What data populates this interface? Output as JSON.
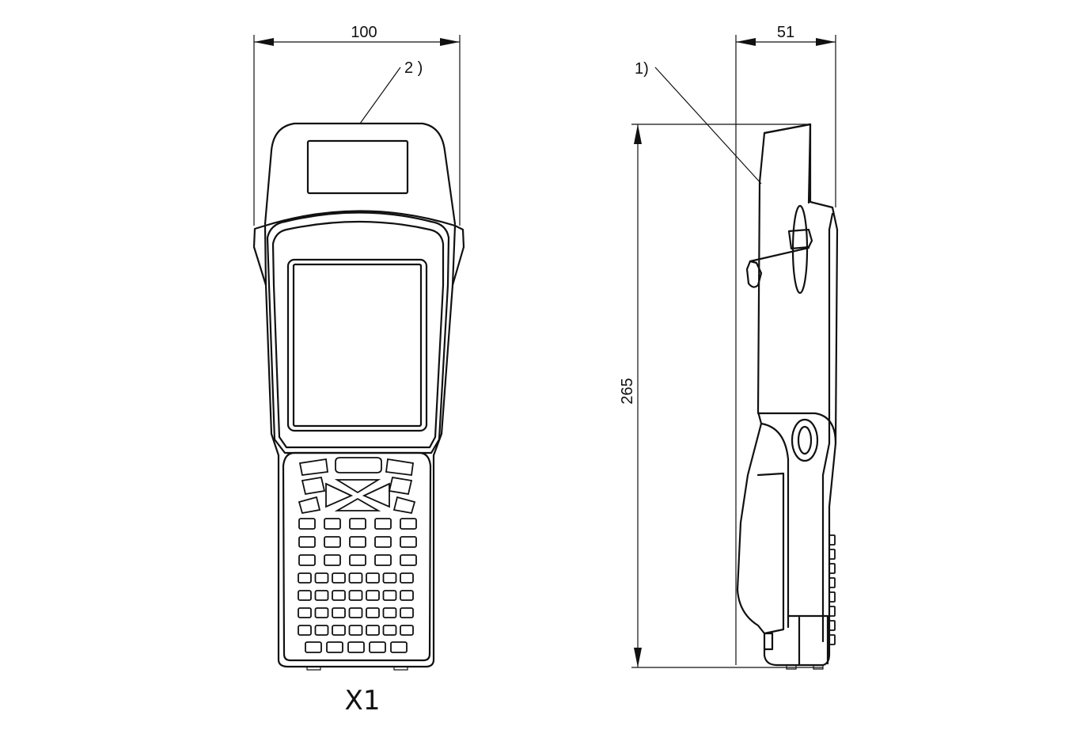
{
  "dimensions": {
    "front_width": "100",
    "side_depth": "51",
    "height": "265"
  },
  "callouts": {
    "front_label": "2 )",
    "side_label": "1)"
  },
  "views": {
    "front_caption": "X1"
  },
  "colors": {
    "line": "#111111",
    "background": "#ffffff"
  }
}
